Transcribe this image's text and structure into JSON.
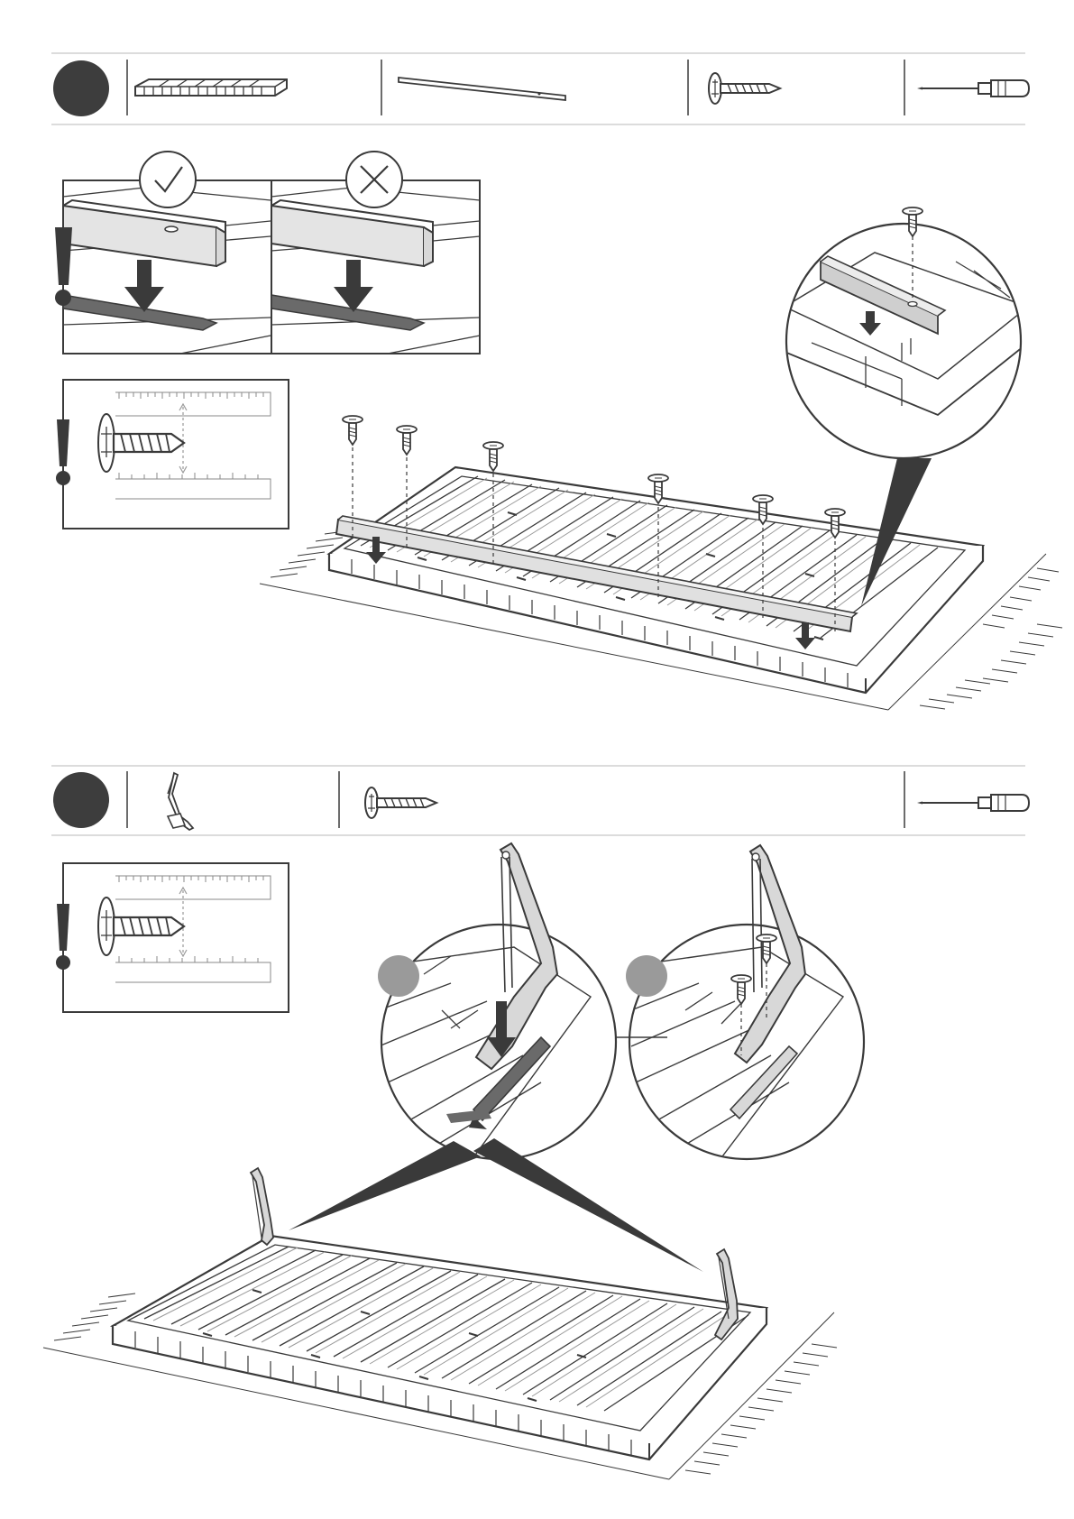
{
  "document": {
    "type": "assembly-instructions",
    "steps": [
      {
        "parts": [
          "slat-panel-icon",
          "metal-rail-icon",
          "screw-icon"
        ],
        "tool": "screwdriver-icon",
        "callouts": [
          "correct-check-icon",
          "wrong-cross-icon",
          "warning-icon",
          "screw-length-gauge"
        ]
      },
      {
        "parts": [
          "hinge-bracket-icon",
          "screw-icon"
        ],
        "tool": "screwdriver-icon",
        "callouts": [
          "warning-icon",
          "screw-length-gauge",
          "detail-magnifier-1",
          "detail-magnifier-2"
        ]
      }
    ]
  },
  "colors": {
    "ink": "#3a3a3a",
    "step_badge": "#3d3d3d",
    "divider": "#d0d0d0",
    "panel_fill": "#e4e4e4",
    "rail_fill": "#d8d8d8",
    "detail_badge": "#9a9a9a"
  }
}
